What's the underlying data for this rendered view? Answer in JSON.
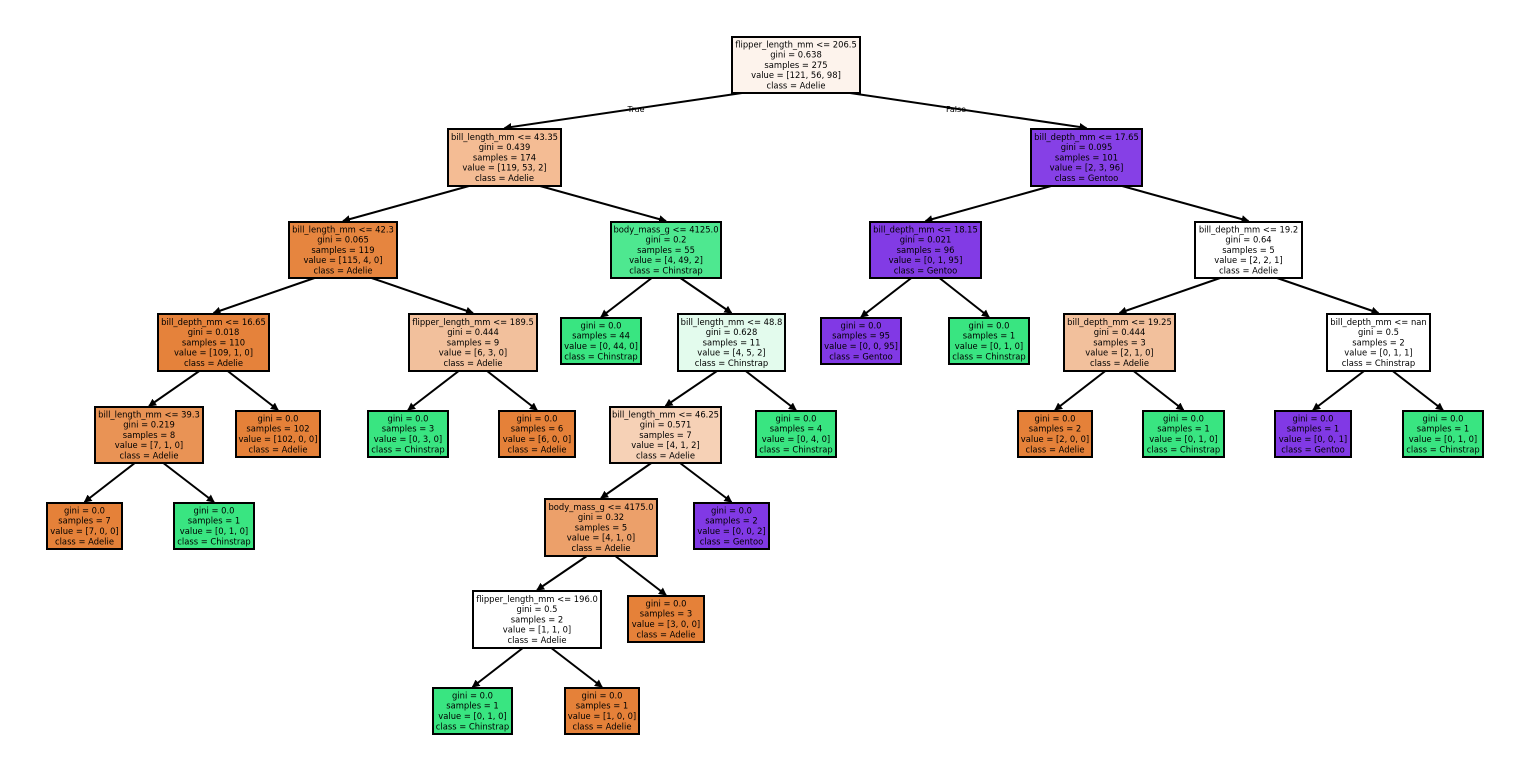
{
  "tree": {
    "nodes": [
      {
        "id": "n0",
        "lines": [
          "flipper_length_mm <= 206.5",
          "gini = 0.638",
          "samples = 275",
          "value = [121, 56, 98]",
          "class = Adelie"
        ],
        "fill": "#fdf3ec"
      },
      {
        "id": "n1",
        "lines": [
          "bill_length_mm <= 43.35",
          "gini = 0.439",
          "samples = 174",
          "value = [119, 53, 2]",
          "class = Adelie"
        ],
        "fill": "#f4bc94"
      },
      {
        "id": "n2",
        "lines": [
          "bill_length_mm <= 42.3",
          "gini = 0.065",
          "samples = 119",
          "value = [115, 4, 0]",
          "class = Adelie"
        ],
        "fill": "#e6853f"
      },
      {
        "id": "n3",
        "lines": [
          "bill_depth_mm <= 16.65",
          "gini = 0.018",
          "samples = 110",
          "value = [109, 1, 0]",
          "class = Adelie"
        ],
        "fill": "#e5823b"
      },
      {
        "id": "n4",
        "lines": [
          "bill_length_mm <= 39.3",
          "gini = 0.219",
          "samples = 8",
          "value = [7, 1, 0]",
          "class = Adelie"
        ],
        "fill": "#e99355"
      },
      {
        "id": "n5",
        "lines": [
          "gini = 0.0",
          "samples = 7",
          "value = [7, 0, 0]",
          "class = Adelie"
        ],
        "fill": "#e58139"
      },
      {
        "id": "n6",
        "lines": [
          "gini = 0.0",
          "samples = 1",
          "value = [0, 1, 0]",
          "class = Chinstrap"
        ],
        "fill": "#39e581"
      },
      {
        "id": "n7",
        "lines": [
          "gini = 0.0",
          "samples = 102",
          "value = [102, 0, 0]",
          "class = Adelie"
        ],
        "fill": "#e58139"
      },
      {
        "id": "n8",
        "lines": [
          "flipper_length_mm <= 189.5",
          "gini = 0.444",
          "samples = 9",
          "value = [6, 3, 0]",
          "class = Adelie"
        ],
        "fill": "#f2c09c"
      },
      {
        "id": "n9",
        "lines": [
          "gini = 0.0",
          "samples = 3",
          "value = [0, 3, 0]",
          "class = Chinstrap"
        ],
        "fill": "#39e581"
      },
      {
        "id": "n10",
        "lines": [
          "gini = 0.0",
          "samples = 6",
          "value = [6, 0, 0]",
          "class = Adelie"
        ],
        "fill": "#e58139"
      },
      {
        "id": "n11",
        "lines": [
          "body_mass_g <= 4125.0",
          "gini = 0.2",
          "samples = 55",
          "value = [4, 49, 2]",
          "class = Chinstrap"
        ],
        "fill": "#4ee890"
      },
      {
        "id": "n12",
        "lines": [
          "gini = 0.0",
          "samples = 44",
          "value = [0, 44, 0]",
          "class = Chinstrap"
        ],
        "fill": "#39e581"
      },
      {
        "id": "n13",
        "lines": [
          "bill_length_mm <= 48.8",
          "gini = 0.628",
          "samples = 11",
          "value = [4, 5, 2]",
          "class = Chinstrap"
        ],
        "fill": "#e3fbed"
      },
      {
        "id": "n14",
        "lines": [
          "bill_length_mm <= 46.25",
          "gini = 0.571",
          "samples = 7",
          "value = [4, 1, 2]",
          "class = Adelie"
        ],
        "fill": "#f6d1b6"
      },
      {
        "id": "n15",
        "lines": [
          "body_mass_g <= 4175.0",
          "gini = 0.32",
          "samples = 5",
          "value = [4, 1, 0]",
          "class = Adelie"
        ],
        "fill": "#eca06a"
      },
      {
        "id": "n16",
        "lines": [
          "flipper_length_mm <= 196.0",
          "gini = 0.5",
          "samples = 2",
          "value = [1, 1, 0]",
          "class = Adelie"
        ],
        "fill": "#ffffff"
      },
      {
        "id": "n17",
        "lines": [
          "gini = 0.0",
          "samples = 1",
          "value = [0, 1, 0]",
          "class = Chinstrap"
        ],
        "fill": "#39e581"
      },
      {
        "id": "n18",
        "lines": [
          "gini = 0.0",
          "samples = 1",
          "value = [1, 0, 0]",
          "class = Adelie"
        ],
        "fill": "#e58139"
      },
      {
        "id": "n19",
        "lines": [
          "gini = 0.0",
          "samples = 3",
          "value = [3, 0, 0]",
          "class = Adelie"
        ],
        "fill": "#e58139"
      },
      {
        "id": "n20",
        "lines": [
          "gini = 0.0",
          "samples = 2",
          "value = [0, 0, 2]",
          "class = Gentoo"
        ],
        "fill": "#8139e5"
      },
      {
        "id": "n21",
        "lines": [
          "gini = 0.0",
          "samples = 4",
          "value = [0, 4, 0]",
          "class = Chinstrap"
        ],
        "fill": "#39e581"
      },
      {
        "id": "n22",
        "lines": [
          "bill_depth_mm <= 17.65",
          "gini = 0.095",
          "samples = 101",
          "value = [2, 3, 96]",
          "class = Gentoo"
        ],
        "fill": "#8640e6"
      },
      {
        "id": "n23",
        "lines": [
          "bill_depth_mm <= 18.15",
          "gini = 0.021",
          "samples = 96",
          "value = [0, 1, 95]",
          "class = Gentoo"
        ],
        "fill": "#823be5"
      },
      {
        "id": "n24",
        "lines": [
          "gini = 0.0",
          "samples = 95",
          "value = [0, 0, 95]",
          "class = Gentoo"
        ],
        "fill": "#8139e5"
      },
      {
        "id": "n25",
        "lines": [
          "gini = 0.0",
          "samples = 1",
          "value = [0, 1, 0]",
          "class = Chinstrap"
        ],
        "fill": "#39e581"
      },
      {
        "id": "n26",
        "lines": [
          "bill_depth_mm <= 19.2",
          "gini = 0.64",
          "samples = 5",
          "value = [2, 2, 1]",
          "class = Adelie"
        ],
        "fill": "#ffffff"
      },
      {
        "id": "n27",
        "lines": [
          "bill_depth_mm <= 19.25",
          "gini = 0.444",
          "samples = 3",
          "value = [2, 1, 0]",
          "class = Adelie"
        ],
        "fill": "#f2c09c"
      },
      {
        "id": "n28",
        "lines": [
          "gini = 0.0",
          "samples = 2",
          "value = [2, 0, 0]",
          "class = Adelie"
        ],
        "fill": "#e58139"
      },
      {
        "id": "n29",
        "lines": [
          "gini = 0.0",
          "samples = 1",
          "value = [0, 1, 0]",
          "class = Chinstrap"
        ],
        "fill": "#39e581"
      },
      {
        "id": "n30",
        "lines": [
          "bill_depth_mm <= nan",
          "gini = 0.5",
          "samples = 2",
          "value = [0, 1, 1]",
          "class = Chinstrap"
        ],
        "fill": "#ffffff"
      },
      {
        "id": "n31",
        "lines": [
          "gini = 0.0",
          "samples = 1",
          "value = [0, 0, 1]",
          "class = Gentoo"
        ],
        "fill": "#8139e5"
      },
      {
        "id": "n32",
        "lines": [
          "gini = 0.0",
          "samples = 1",
          "value = [0, 1, 0]",
          "class = Chinstrap"
        ],
        "fill": "#39e581"
      }
    ],
    "edges": [
      {
        "from": "n0",
        "to": "n1",
        "label": "True"
      },
      {
        "from": "n0",
        "to": "n22",
        "label": "False"
      },
      {
        "from": "n1",
        "to": "n2"
      },
      {
        "from": "n1",
        "to": "n11"
      },
      {
        "from": "n2",
        "to": "n3"
      },
      {
        "from": "n2",
        "to": "n8"
      },
      {
        "from": "n3",
        "to": "n4"
      },
      {
        "from": "n3",
        "to": "n7"
      },
      {
        "from": "n4",
        "to": "n5"
      },
      {
        "from": "n4",
        "to": "n6"
      },
      {
        "from": "n8",
        "to": "n9"
      },
      {
        "from": "n8",
        "to": "n10"
      },
      {
        "from": "n11",
        "to": "n12"
      },
      {
        "from": "n11",
        "to": "n13"
      },
      {
        "from": "n13",
        "to": "n14"
      },
      {
        "from": "n13",
        "to": "n21"
      },
      {
        "from": "n14",
        "to": "n15"
      },
      {
        "from": "n14",
        "to": "n20"
      },
      {
        "from": "n15",
        "to": "n16"
      },
      {
        "from": "n15",
        "to": "n19"
      },
      {
        "from": "n16",
        "to": "n17"
      },
      {
        "from": "n16",
        "to": "n18"
      },
      {
        "from": "n22",
        "to": "n23"
      },
      {
        "from": "n22",
        "to": "n26"
      },
      {
        "from": "n23",
        "to": "n24"
      },
      {
        "from": "n23",
        "to": "n25"
      },
      {
        "from": "n26",
        "to": "n27"
      },
      {
        "from": "n26",
        "to": "n30"
      },
      {
        "from": "n27",
        "to": "n28"
      },
      {
        "from": "n27",
        "to": "n29"
      },
      {
        "from": "n30",
        "to": "n31"
      },
      {
        "from": "n30",
        "to": "n32"
      }
    ]
  }
}
